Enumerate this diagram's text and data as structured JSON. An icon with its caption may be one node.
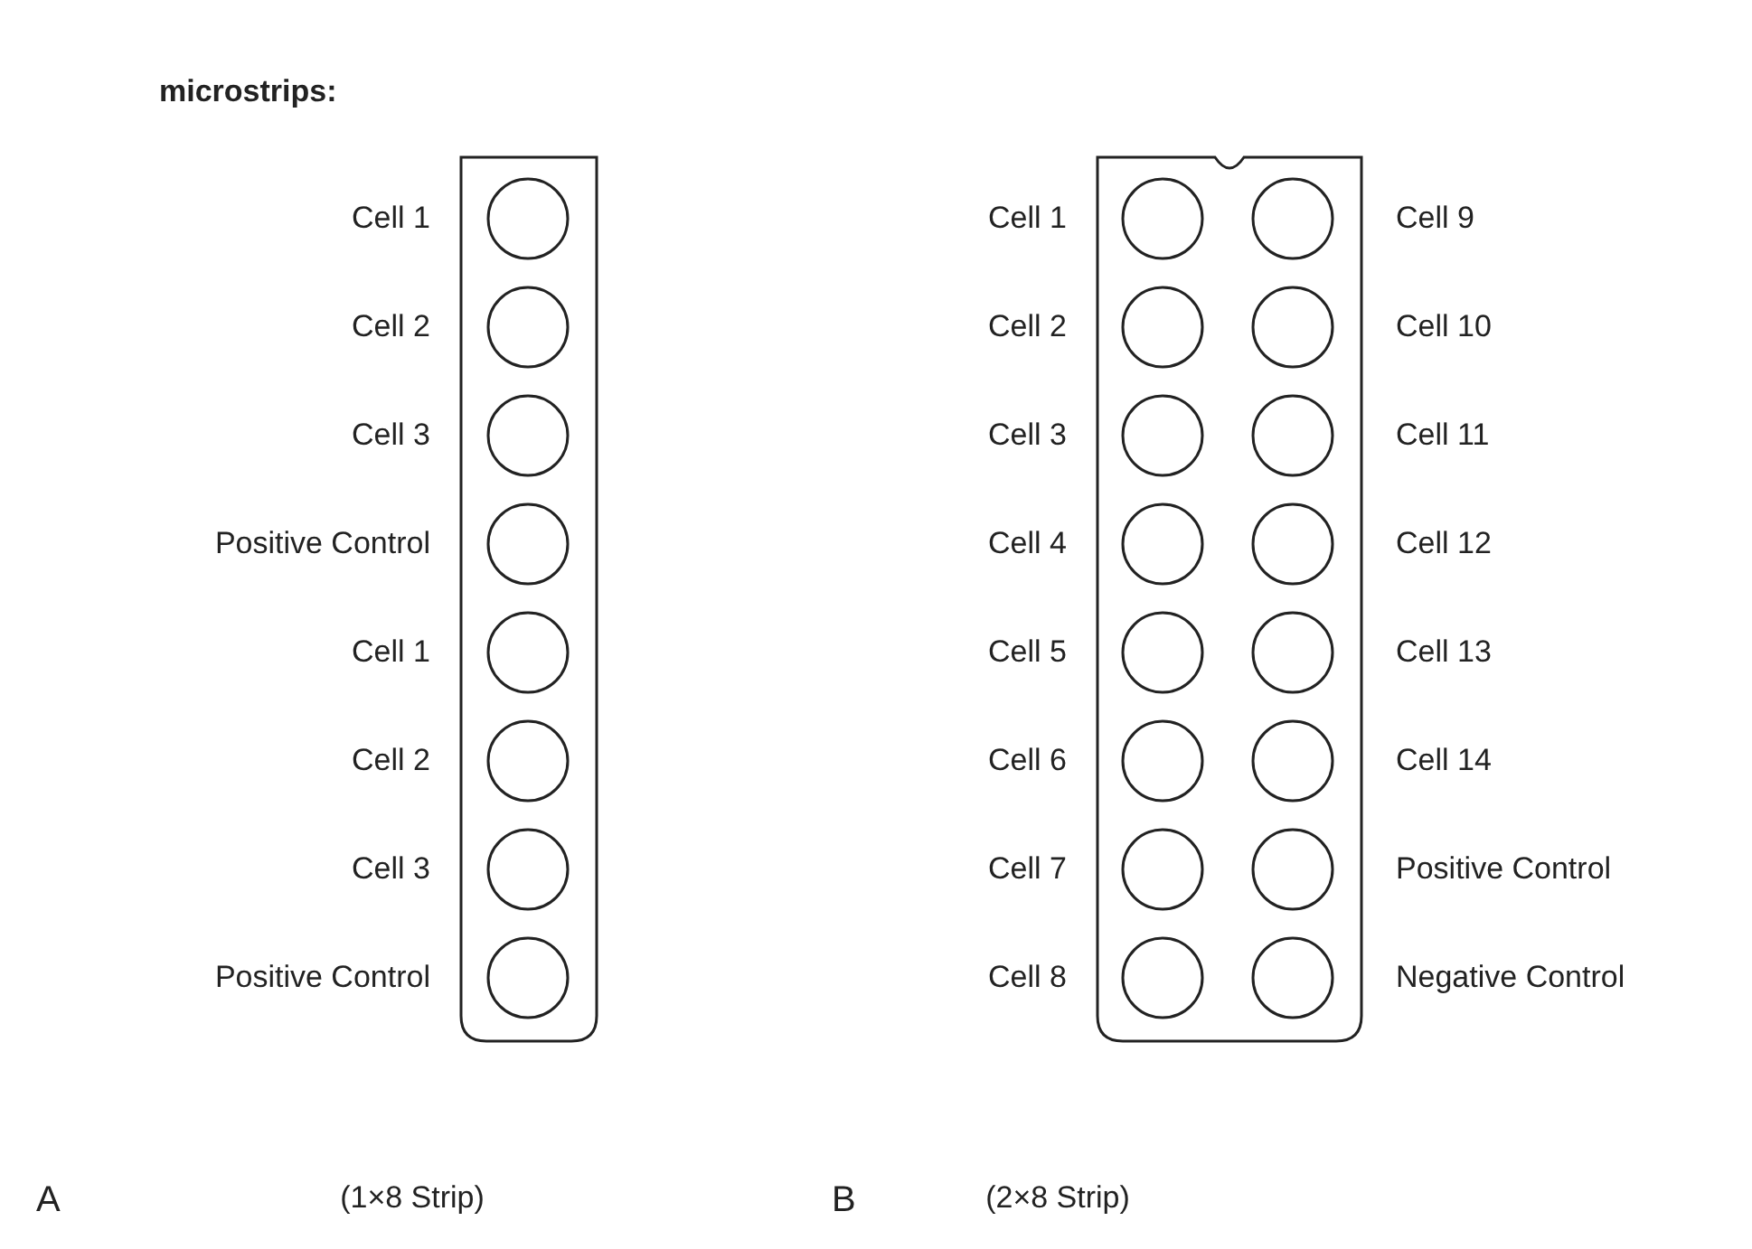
{
  "diagram": {
    "title": "microstrips:",
    "labels": [
      "Cell 1",
      "Cell 2",
      "Cell 3",
      "Positive Control",
      "Cell 1",
      "Cell 2",
      "Cell 3",
      "Positive Control",
      "Cell 1",
      "Cell 9",
      "Cell 2",
      "Cell 10",
      "Cell 3",
      "Cell 11",
      "Cell 4",
      "Cell 12",
      "Cell 5",
      "Cell 13",
      "Cell 6",
      "Cell 14",
      "Cell 7",
      "Positive Control",
      "Cell 8",
      "Negative Control",
      "A",
      "(1×8 Strip)",
      "B",
      "(2×8 Strip)"
    ]
  }
}
